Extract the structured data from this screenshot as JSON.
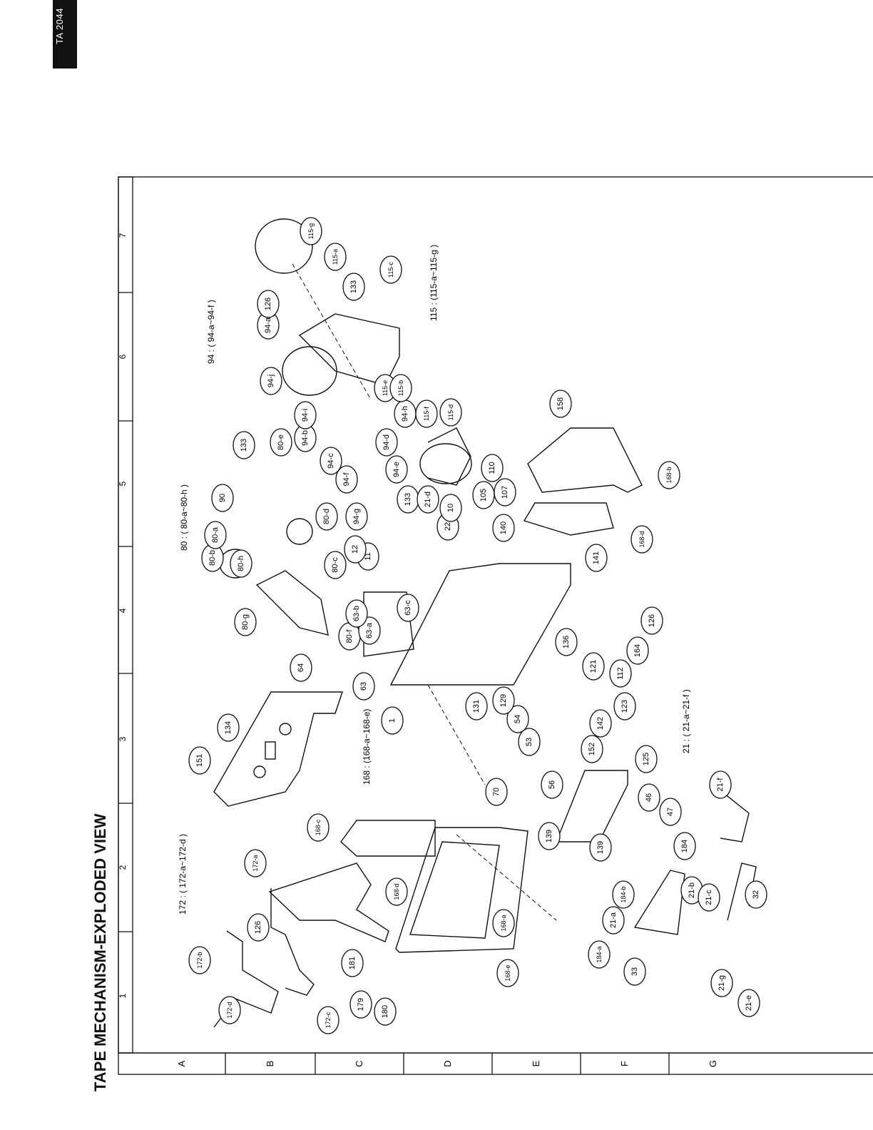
{
  "document": {
    "model_tab": "TA 2044",
    "title": "TAPE MECHANISM-EXPLODED VIEW"
  },
  "grid": {
    "columns": [
      "1",
      "2",
      "3",
      "4",
      "5",
      "6",
      "7"
    ],
    "rows": [
      "A",
      "B",
      "C",
      "D",
      "E",
      "F",
      "G"
    ]
  },
  "assembly_notes": [
    "172 : ( 172-a~172-d )",
    "168 : (168-a~168-e)",
    "21 : ( 21-a~21-f )",
    "80 : ( 80-a~80-h )",
    "94 : ( 94-a~94-f )",
    "115 : (115-a~115-g )"
  ],
  "part_callouts": [
    "172-b",
    "172-d",
    "172-c",
    "172-a",
    "126",
    "181",
    "179",
    "180",
    "168-c",
    "168-d",
    "168-a",
    "168-e",
    "151",
    "134",
    "70",
    "139",
    "56",
    "53",
    "54",
    "129",
    "131",
    "1",
    "63",
    "64",
    "80-f",
    "63-a",
    "63-b",
    "63-c",
    "80-g",
    "80-b",
    "80-h",
    "80-a",
    "90",
    "80-c",
    "80-d",
    "133",
    "80-e",
    "11",
    "12",
    "22",
    "10",
    "94-g",
    "94-f",
    "94-c",
    "94-b",
    "94-i",
    "94-j",
    "94-a",
    "126",
    "133",
    "115-a",
    "115-g",
    "115-c",
    "133",
    "94-e",
    "94-d",
    "94-h",
    "115-f",
    "115-e",
    "115-b",
    "115-d",
    "110",
    "105",
    "107",
    "140",
    "141",
    "168-d",
    "168-b",
    "158",
    "126",
    "164",
    "136",
    "112",
    "121",
    "123",
    "142",
    "152",
    "139",
    "46",
    "47",
    "125",
    "21-a",
    "184-b",
    "184-a",
    "184",
    "21-b",
    "21-c",
    "21-f",
    "32",
    "33",
    "21-g",
    "21-e",
    "21-d"
  ]
}
